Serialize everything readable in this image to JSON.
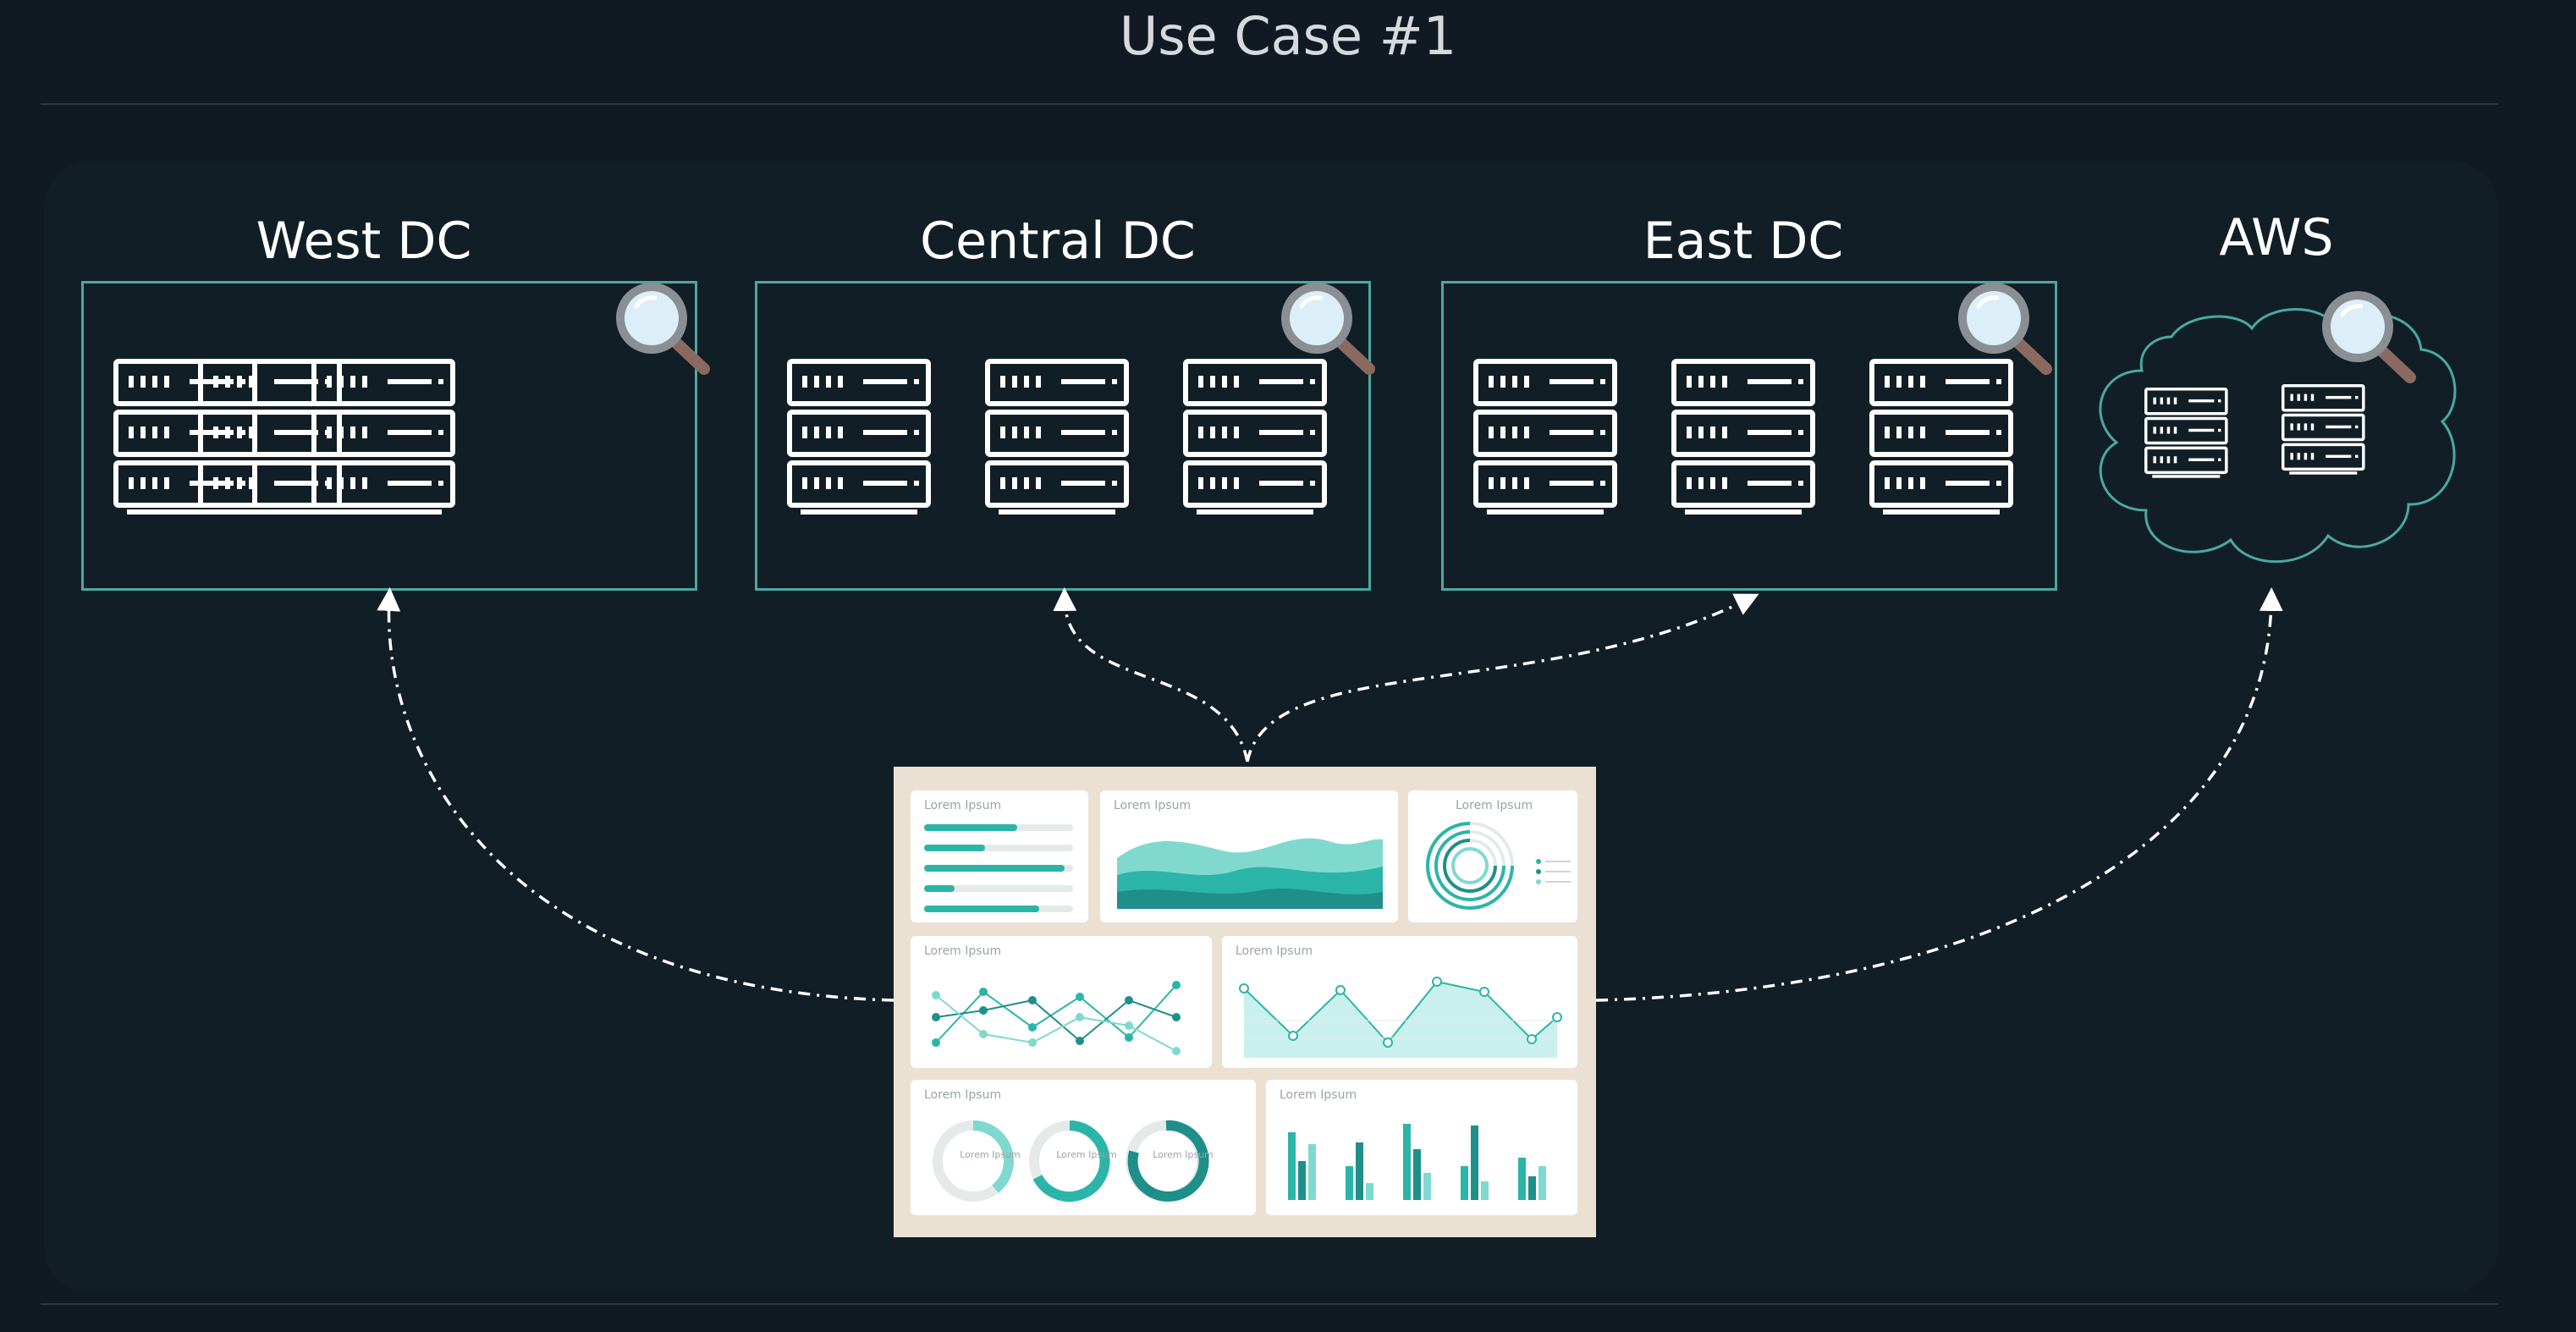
{
  "title": "Use Case #1",
  "locations": [
    {
      "label": "West DC"
    },
    {
      "label": "Central DC"
    },
    {
      "label": "East DC"
    },
    {
      "label": "AWS"
    }
  ],
  "dashboard": {
    "card_title": "Lorem Ipsum",
    "donut_center_label": "Lorem Ipsum"
  },
  "colors": {
    "background": "#111922",
    "panel": "#121e26",
    "box_border": "#4aa9a0",
    "teal_primary": "#2bb5a8",
    "teal_light": "#7fd9cf",
    "teal_dark": "#1f8f8a",
    "magnifier_lens": "#dceef7",
    "magnifier_handle": "#8a6a60",
    "dashboard_backdrop": "#ebe1d3"
  },
  "icons": {
    "server": "server-rack-icon",
    "search": "magnifier-icon",
    "cloud": "cloud-icon"
  }
}
